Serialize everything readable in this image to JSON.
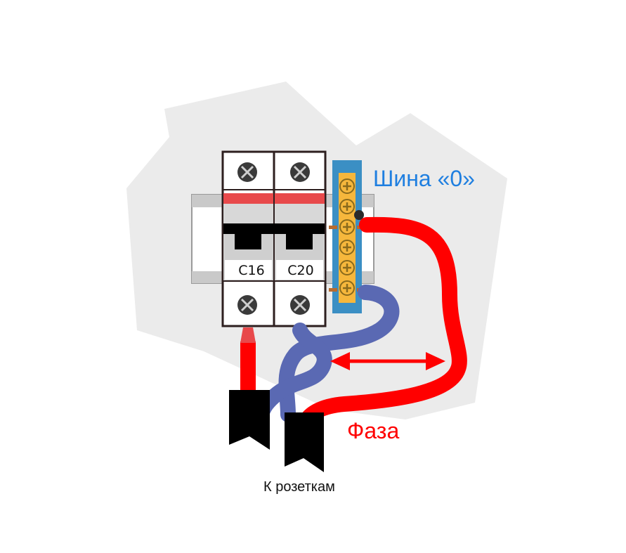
{
  "labels": {
    "neutral_bus": "Шина «0»",
    "phase": "Фаза",
    "to_sockets": "К розеткам"
  },
  "breakers": [
    {
      "rating": "C16"
    },
    {
      "rating": "C20"
    }
  ],
  "colors": {
    "background_patch": "#ebebeb",
    "phase_wire": "#ff0000",
    "neutral_wire": "#5a69b3",
    "neutral_bus": "#3b8fc4",
    "bus_strip": "#f6b73c",
    "breaker_stripe": "#e8494b",
    "neutral_label": "#1f7fe0",
    "phase_label": "#ff0000"
  },
  "icons": [
    "screw-icon",
    "terminal-screw-icon",
    "double-arrow-icon",
    "cable-end-icon"
  ]
}
